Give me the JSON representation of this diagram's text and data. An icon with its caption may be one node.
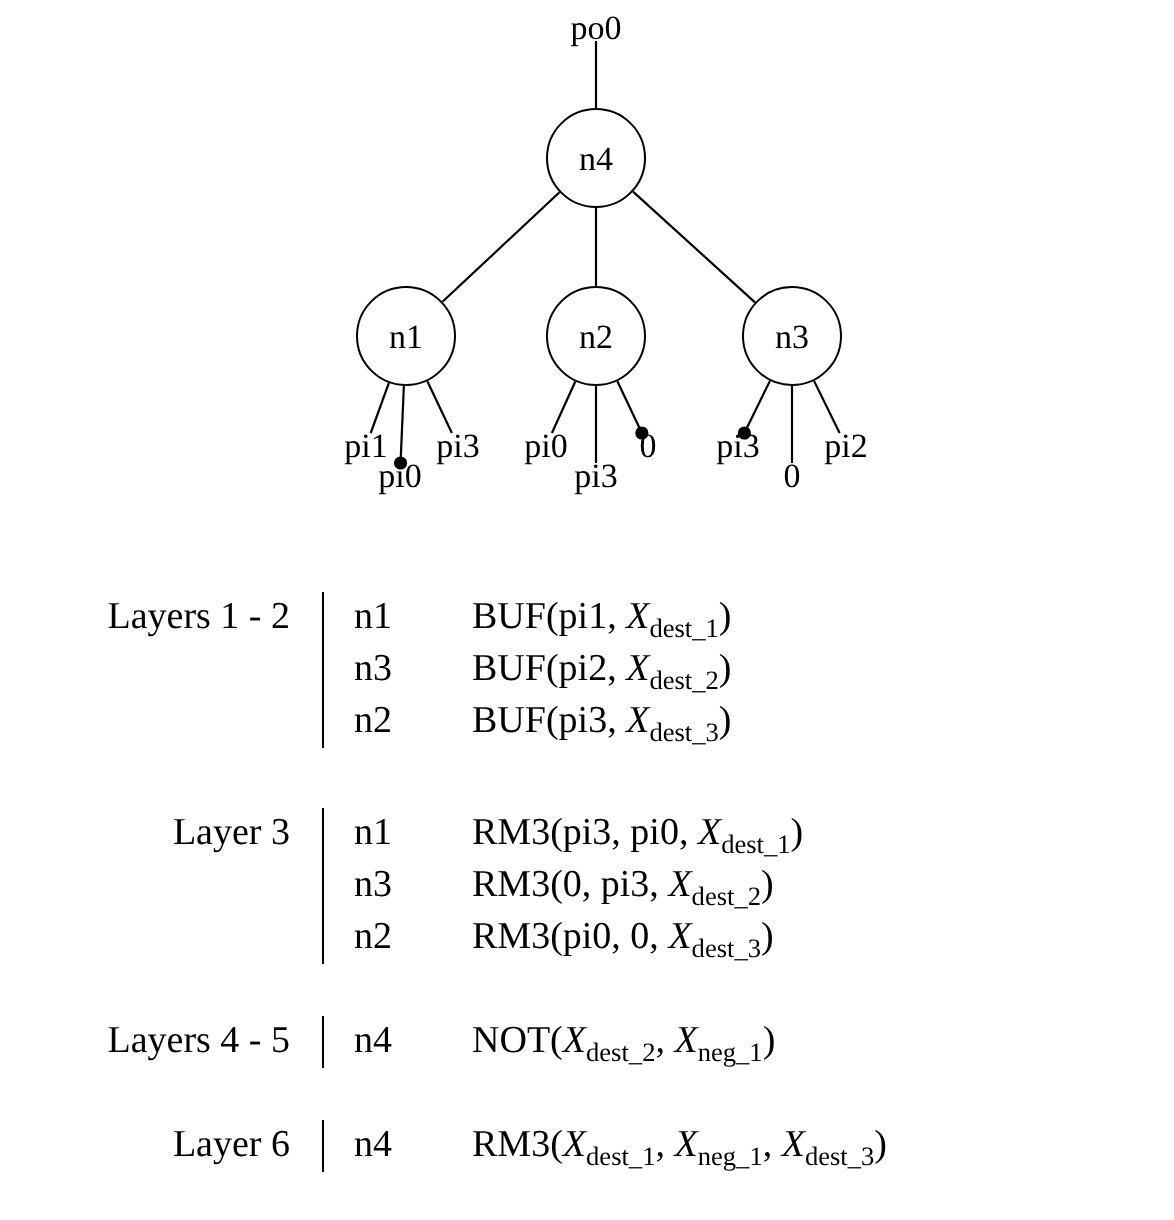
{
  "diagram": {
    "nodes": [
      {
        "text": [
          "po0"
        ]
      },
      {
        "text": [
          "n4"
        ]
      },
      {
        "text": [
          "n1"
        ]
      },
      {
        "text": [
          "n2"
        ]
      },
      {
        "text": [
          "n3"
        ]
      },
      {
        "text": [
          "pi1"
        ]
      },
      {
        "text": [
          "pi0"
        ]
      },
      {
        "text": [
          "pi3"
        ]
      },
      {
        "text": [
          "pi0"
        ]
      },
      {
        "text": [
          "pi3"
        ]
      },
      {
        "text": [
          "0"
        ]
      },
      {
        "text": [
          "pi3"
        ]
      },
      {
        "text": [
          "0"
        ]
      },
      {
        "text": [
          "pi2"
        ]
      }
    ],
    "edges": [
      {
        "from": 1,
        "to": 0,
        "arrow": "none"
      },
      {
        "from": 1,
        "to": 2,
        "arrow": "none"
      },
      {
        "from": 1,
        "to": 3,
        "arrow": "none"
      },
      {
        "from": 1,
        "to": 4,
        "arrow": "none"
      },
      {
        "from": 2,
        "to": 5,
        "arrow": "none"
      },
      {
        "from": 2,
        "to": 6,
        "arrow": "other"
      },
      {
        "from": 2,
        "to": 7,
        "arrow": "none"
      },
      {
        "from": 3,
        "to": 8,
        "arrow": "none"
      },
      {
        "from": 3,
        "to": 9,
        "arrow": "none"
      },
      {
        "from": 3,
        "to": 10,
        "arrow": "other"
      },
      {
        "from": 4,
        "to": 11,
        "arrow": "other"
      },
      {
        "from": 4,
        "to": 12,
        "arrow": "none"
      },
      {
        "from": 4,
        "to": 13,
        "arrow": "none"
      }
    ],
    "labels": [
      "Layers 1 - 2",
      "n1",
      "BUF(pi1, *X*$_{dest_1}$)",
      "n3",
      "BUF(pi2, *X*$_{dest_2}$)",
      "n2",
      "BUF(pi3, *X*$_{dest_3}$)",
      "Layer 3",
      "n1",
      "RM3(pi3, pi0, *X*$_{dest_1}$)",
      "n3",
      "RM3(0, pi3, *X*$_{dest_2}$)",
      "n2",
      "RM3(pi0, 0, *X*$_{dest_3}$)",
      "Layers 4 - 5",
      "n4",
      "NOT(*X*$_{dest_2}$, *X*$_{neg_1}$)",
      "Layer 6",
      "n4",
      "RM3(*X*$_{dest_1}$, *X*$_{neg_1}$, *X*$_{dest_3}$)"
    ]
  }
}
